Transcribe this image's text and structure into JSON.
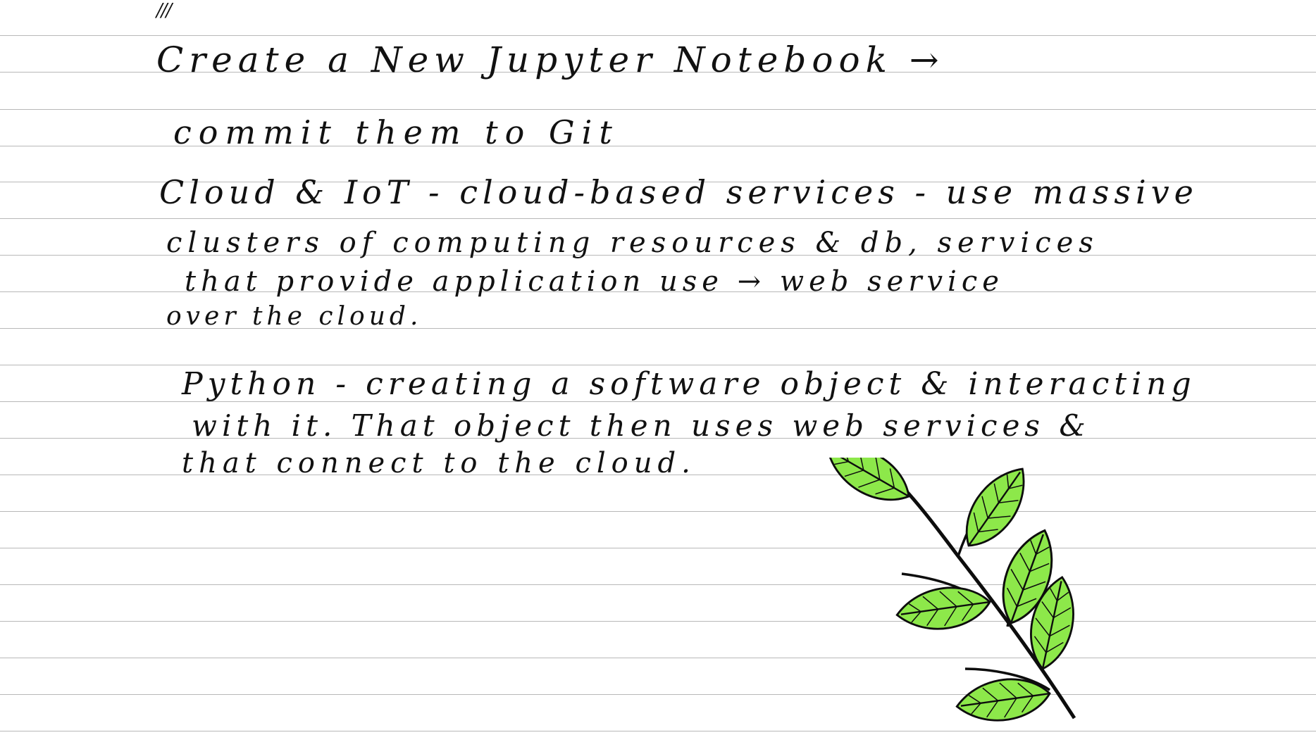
{
  "note": {
    "mark": "///",
    "lines": [
      "Create a New Jupyter Notebook →",
      "commit them to Git",
      "Cloud & IoT - cloud-based services - use massive",
      "clusters of computing resources & db, services",
      "that provide application use → web service",
      "over the cloud.",
      "Python - creating a software object & interacting",
      "with it. That object then uses web services &",
      "that connect to the cloud."
    ]
  },
  "colors": {
    "paper": "#ffffff",
    "rule": "#b8b8b8",
    "ink": "#111111",
    "leaf": "#8de84a",
    "leaf_outline": "#0d0d0d"
  },
  "illustration": {
    "icon": "leaf-branch-icon"
  }
}
